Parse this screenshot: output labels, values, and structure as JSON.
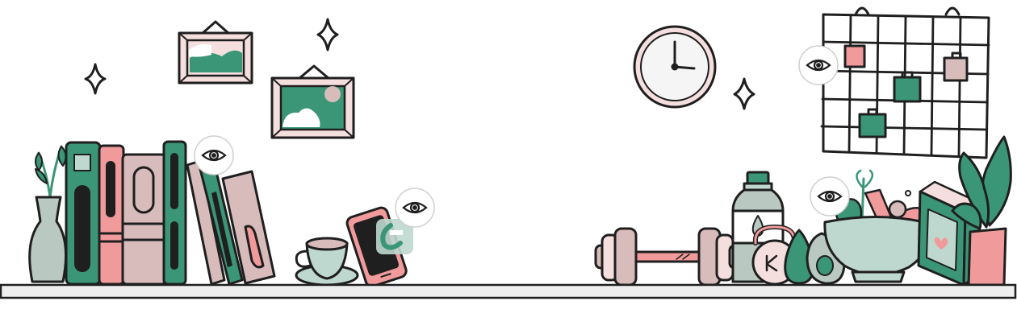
{
  "colors": {
    "outline": "#1f1f1f",
    "green": "#3b9577",
    "pink": "#f19a9b",
    "mauve": "#d8bcbc",
    "mint": "#bfd8cf",
    "sage": "#b9c8c0",
    "pale_pink": "#f4dede",
    "shelf": "#eeeeee",
    "white": "#ffffff"
  },
  "hotspots": [
    {
      "name": "hotspot-books",
      "icon": "eye-icon"
    },
    {
      "name": "hotspot-phone",
      "icon": "eye-icon"
    },
    {
      "name": "hotspot-calendar",
      "icon": "eye-icon"
    },
    {
      "name": "hotspot-food",
      "icon": "eye-icon"
    }
  ]
}
